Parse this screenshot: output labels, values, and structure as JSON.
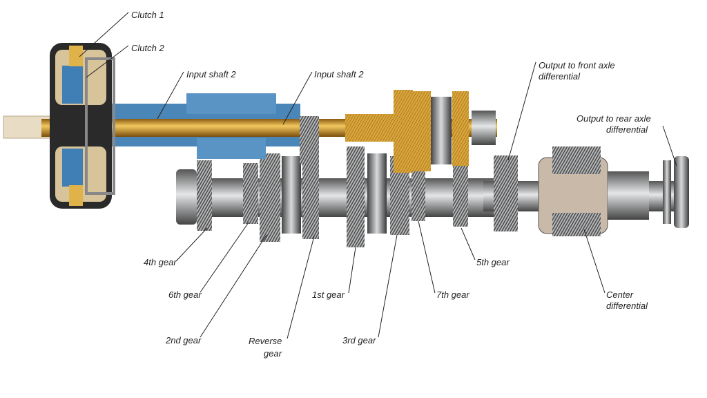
{
  "title": "Dual-clutch transmission cutaway",
  "colors": {
    "shaft_gold": "#d9a53a",
    "sleeve_blue": "#4a86b8",
    "steel": "#9aa0a6",
    "leader": "#222222"
  },
  "labels": {
    "clutch1": "Clutch 1",
    "clutch2": "Clutch 2",
    "input_shaft_a": "Input shaft 2",
    "input_shaft_b": "Input shaft 2",
    "output_front_1": "Output to front axle",
    "output_front_2": "differential",
    "output_rear_1": "Output to rear axle",
    "output_rear_2": "differential",
    "gear4": "4th gear",
    "gear6": "6th gear",
    "gear2": "2nd gear",
    "reverse_1": "Reverse",
    "reverse_2": "gear",
    "gear1": "1st gear",
    "gear3": "3rd gear",
    "gear7": "7th gear",
    "gear5": "5th gear",
    "center_diff_1": "Center",
    "center_diff_2": "differential"
  }
}
